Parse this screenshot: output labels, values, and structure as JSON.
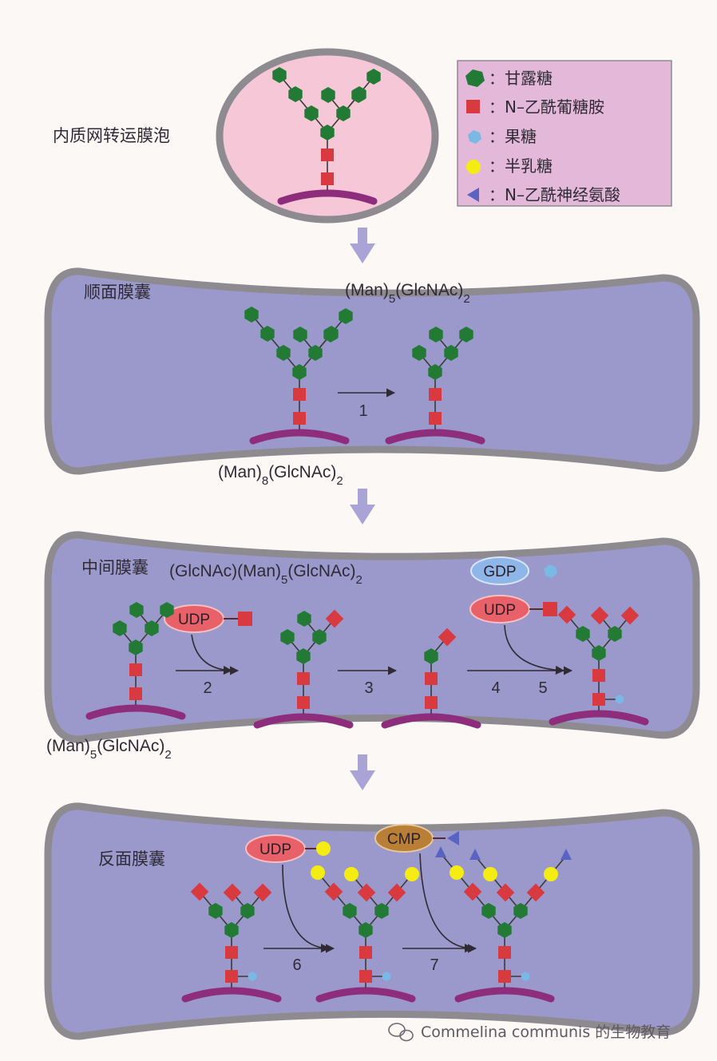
{
  "colors": {
    "mannose": "#237a35",
    "glcnac": "#d83a3f",
    "fucose": "#7ab8e6",
    "galactose": "#f4ec12",
    "sialic": "#5a63c2",
    "membrane": "#8d2d7c",
    "cisterna_fill": "#9b99cc",
    "cisterna_edge": "#8d8b90",
    "vesicle_fill": "#f6c7d6",
    "legend_fill": "#e3b8d8",
    "arrow": "#a9a3d6",
    "udp": "#e86068",
    "gdp": "#8fb6e8",
    "cmp": "#b97f36"
  },
  "legend": {
    "mannose": "：甘露糖",
    "glcnac": "：N–乙酰葡糖胺",
    "fucose": "：果糖",
    "galactose": "：半乳糖",
    "sialic": "：N–乙酰神经氨酸"
  },
  "vesicle": {
    "label": "内质网转运膜泡"
  },
  "cis": {
    "label": "顺面膜囊",
    "top_formula": "(Man)5(GlcNAc)2",
    "bottom_formula": "(Man)8(GlcNAc)2",
    "step1": "1"
  },
  "medial": {
    "label": "中间膜囊",
    "top_formula": "(GlcNAc)(Man)5(GlcNAc)2",
    "bottom_formula": "(Man)5(GlcNAc)2",
    "udp1": "UDP",
    "udp2": "UDP",
    "gdp": "GDP",
    "step2": "2",
    "step3": "3",
    "step4": "4",
    "step5": "5"
  },
  "trans": {
    "label": "反面膜囊",
    "udp": "UDP",
    "cmp": "CMP",
    "step6": "6",
    "step7": "7"
  },
  "watermark": {
    "text": "Commelina communis 的生物教育"
  }
}
